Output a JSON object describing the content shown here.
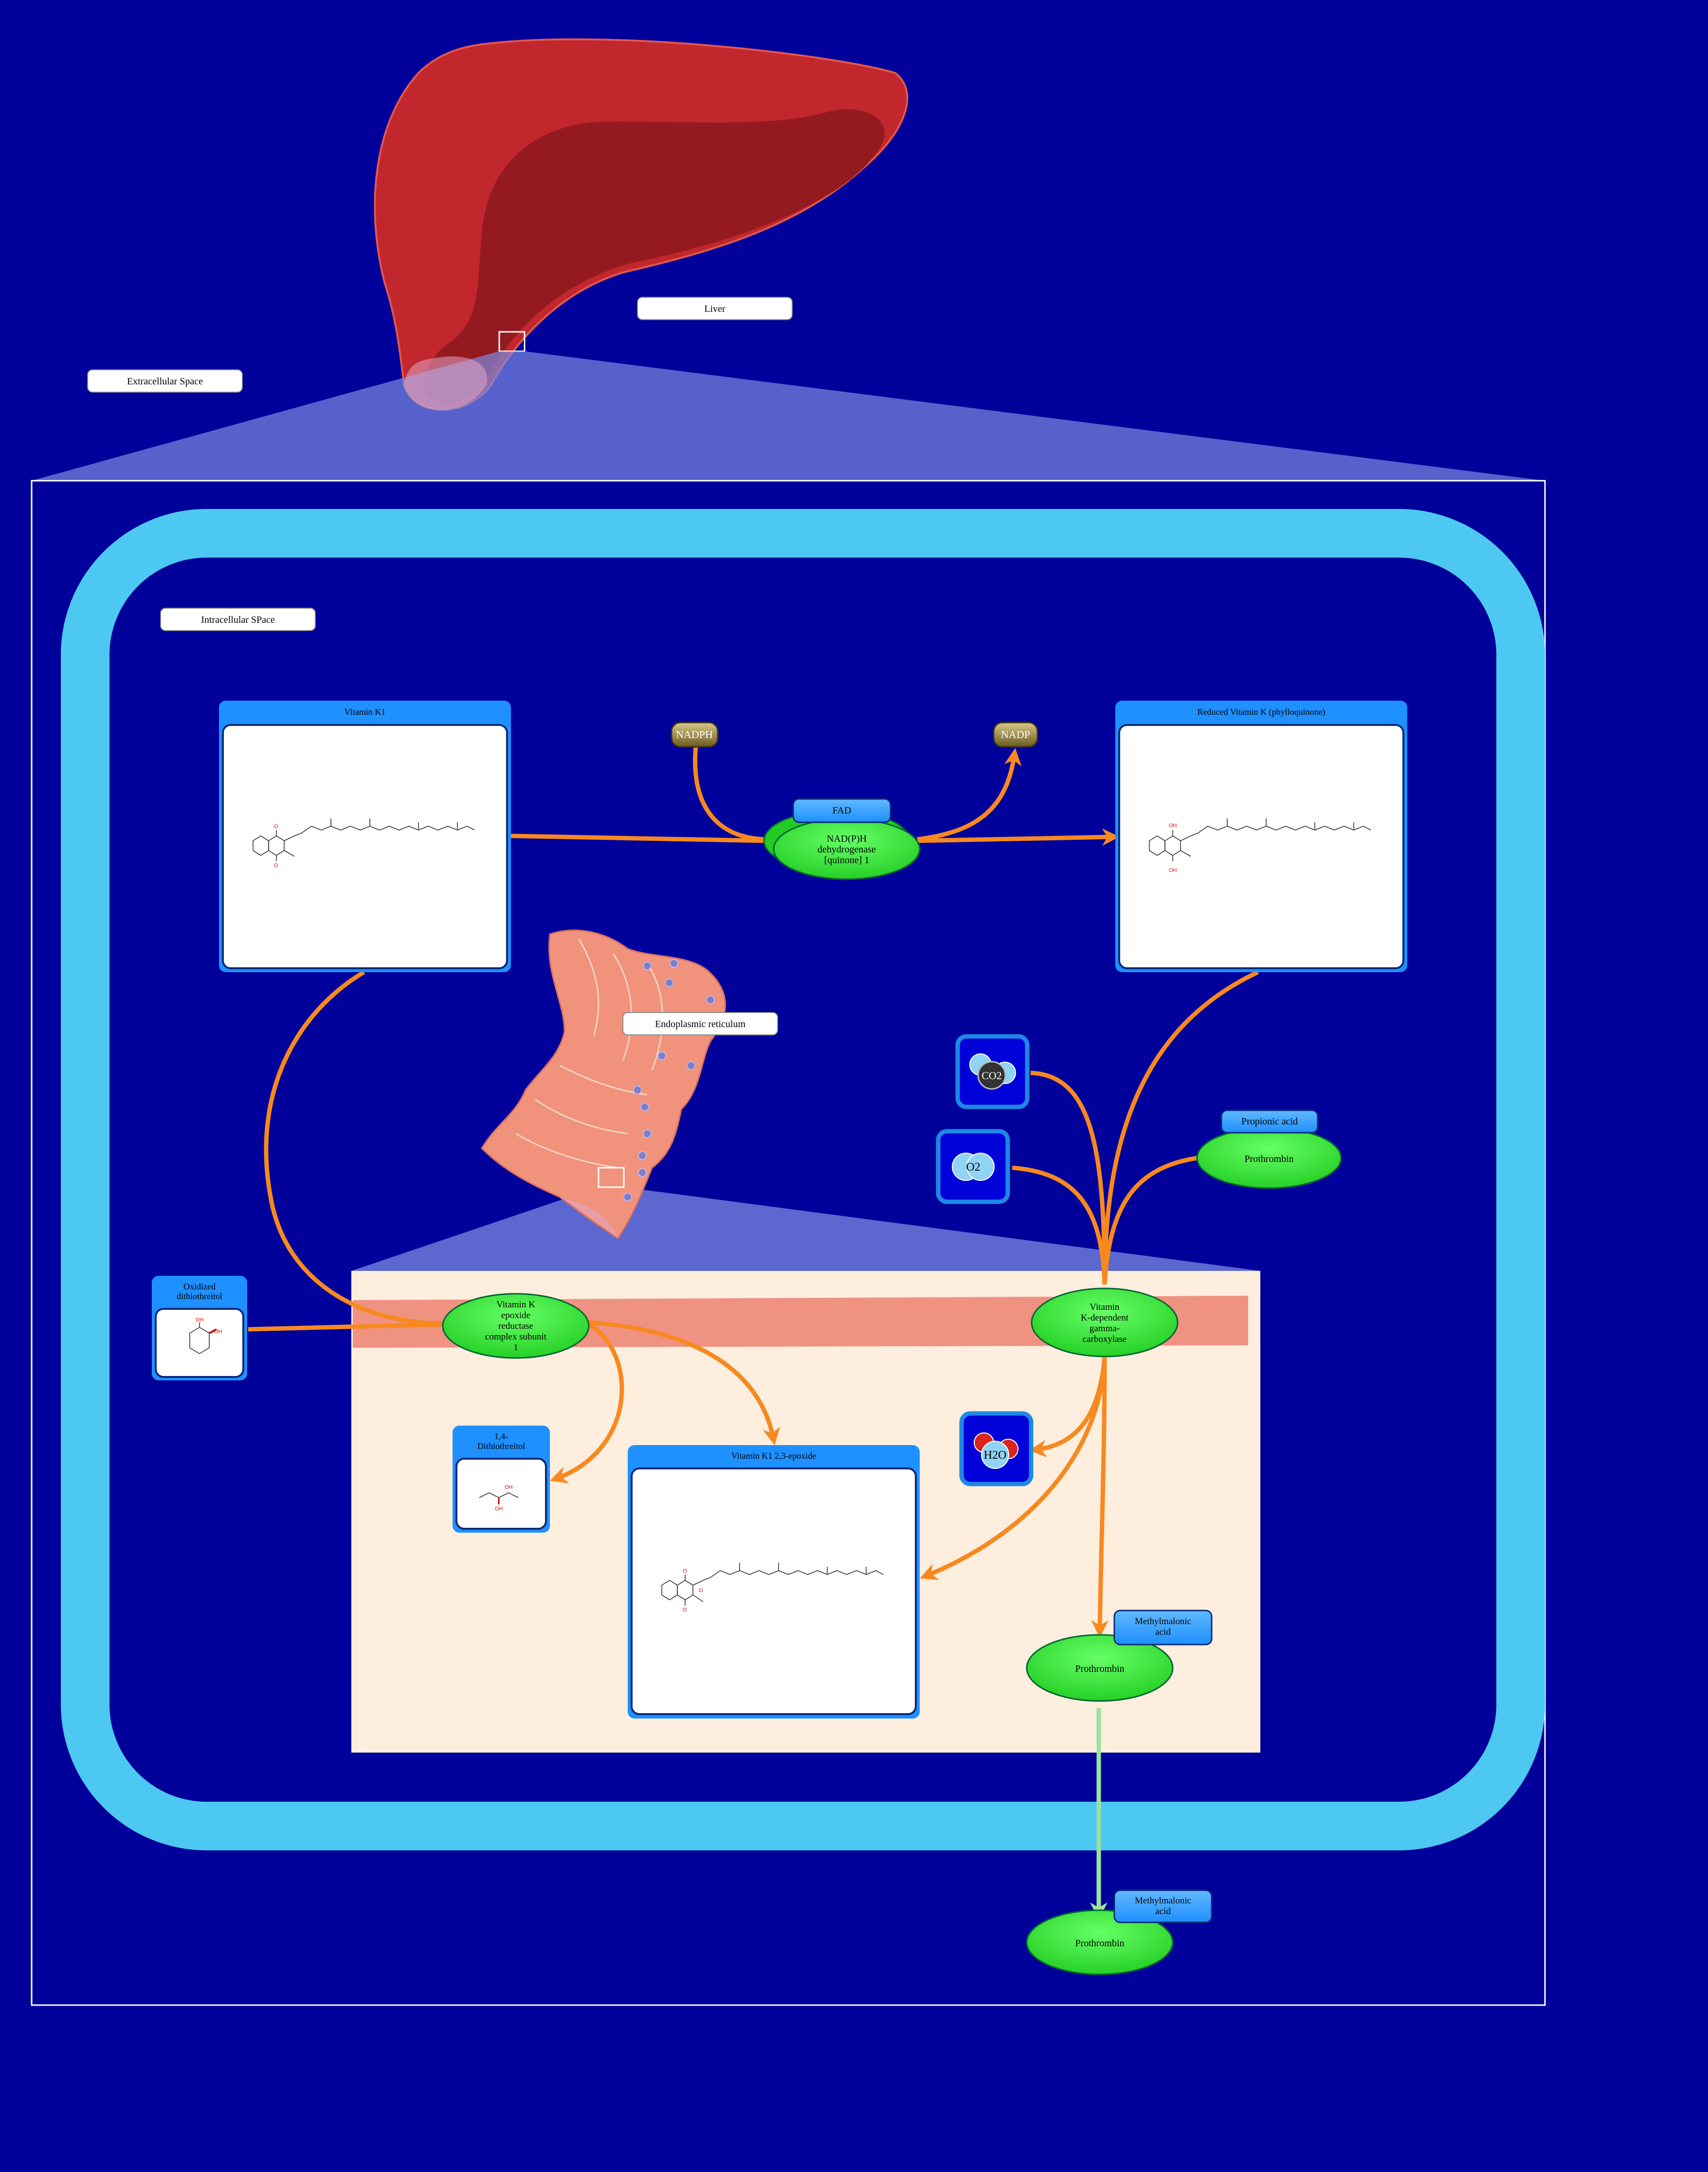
{
  "labels": {
    "liver": "Liver",
    "extracellular": "Extracellular Space",
    "intracellular": "Intracellular SPace",
    "er": "Endoplasmic reticulum"
  },
  "compounds": {
    "vitamin_k1": "Vitamin K1",
    "reduced_vitamin_k": "Reduced Vitamin K (phylloquinone)",
    "nadph": "NADPH",
    "nadp": "NADP",
    "fad": "FAD",
    "co2": "CO2",
    "o2": "O2",
    "h2o": "H2O",
    "oxidized_dtt_l1": "Oxidized",
    "oxidized_dtt_l2": "dithiothreitol",
    "dtt_l1": "1,4-",
    "dtt_l2": "Dithiothreitol",
    "epoxide": "Vitamin K1 2,3-epoxide",
    "propionic_acid": "Propionic acid",
    "methylmalonic_1_l1": "Methylmalonic",
    "methylmalonic_1_l2": "acid",
    "methylmalonic_2_l1": "Methylmalonic",
    "methylmalonic_2_l2": "acid"
  },
  "proteins": {
    "nqo1_l1": "NAD(P)H",
    "nqo1_l2": "dehydrogenase",
    "nqo1_l3": "[quinone] 1",
    "vkorc1_l1": "Vitamin K",
    "vkorc1_l2": "epoxide",
    "vkorc1_l3": "reductase",
    "vkorc1_l4": "complex subunit",
    "vkorc1_l5": "1",
    "ggcx_l1": "Vitamin",
    "ggcx_l2": "K-dependent",
    "ggcx_l3": "gamma-",
    "ggcx_l4": "carboxylase",
    "prothrombin_1": "Prothrombin",
    "prothrombin_2": "Prothrombin",
    "prothrombin_3": "Prothrombin"
  },
  "colors": {
    "background": "#00009a",
    "membrane": "#4cc8f2",
    "arrow": "#f7891f",
    "transport_arrow": "#9be39b",
    "protein": "#33dd33",
    "compound_header": "#1e90ff",
    "er_lumen": "#fdeede",
    "er_membrane": "#ef9282",
    "liver": "#c1272d"
  }
}
